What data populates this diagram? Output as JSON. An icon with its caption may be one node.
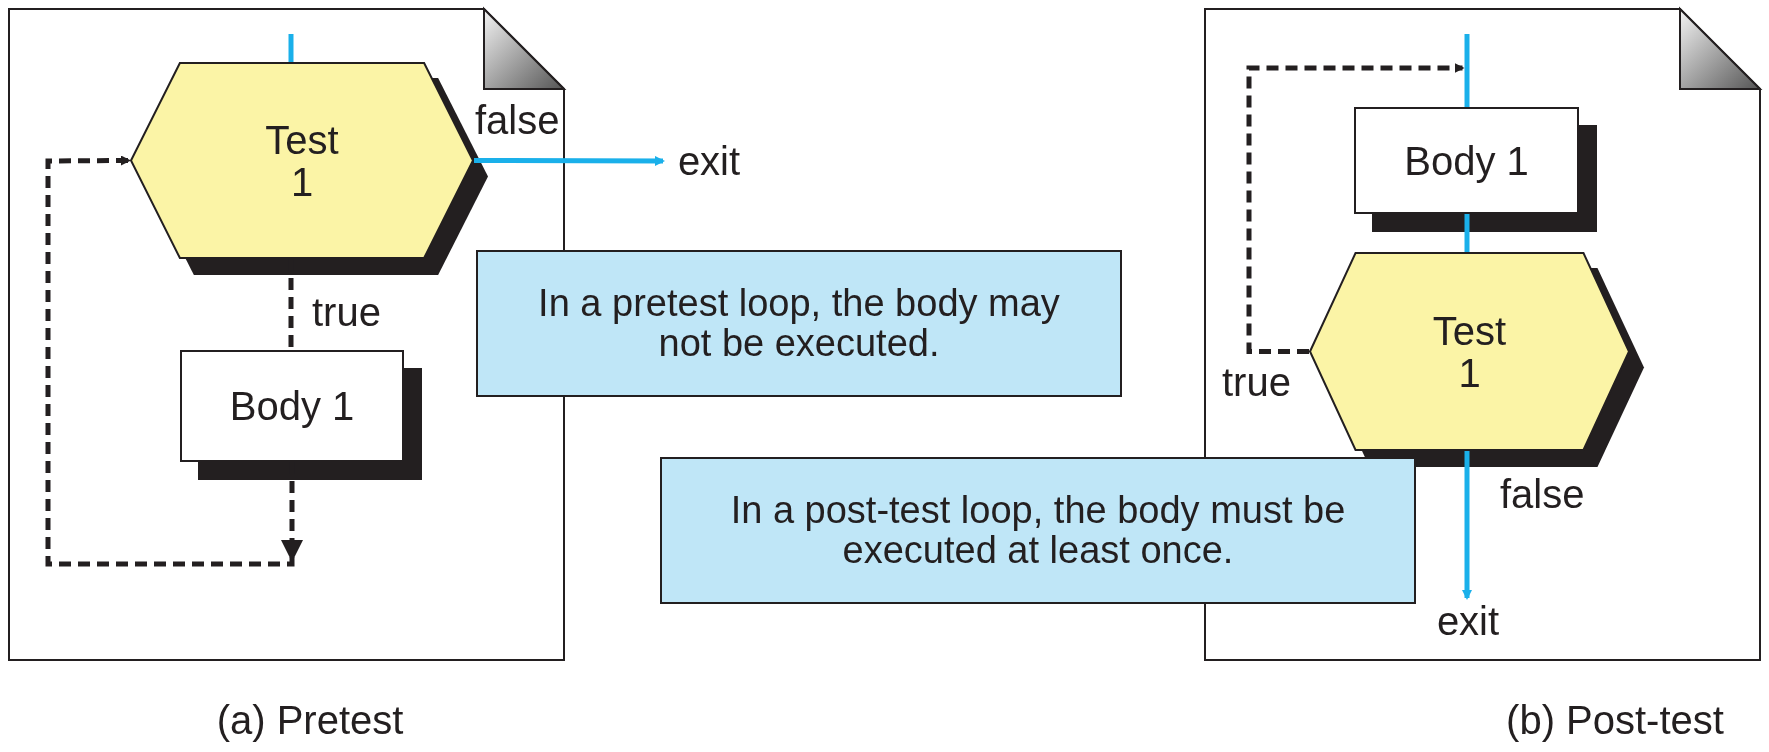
{
  "diagram": {
    "nodes": [
      {
        "text": [
          "Test 1"
        ]
      },
      {
        "text": [
          "Body 1"
        ]
      },
      {
        "text": [
          "exit"
        ]
      },
      {
        "text": [
          "In a pretest loop, the body may not be executed."
        ]
      },
      {
        "text": [
          "In a post-test loop, the body must be executed at least once."
        ]
      },
      {
        "text": [
          "Body 1"
        ]
      },
      {
        "text": [
          "Test 1"
        ]
      },
      {
        "text": [
          "exit"
        ]
      }
    ],
    "edges": [
      {
        "from": null,
        "to": 0,
        "arrow": "none"
      },
      {
        "from": 0,
        "to": 2,
        "arrow": "to",
        "label": "false"
      },
      {
        "from": 0,
        "to": 1,
        "arrow": "none",
        "label": "true",
        "style": "dashed",
        "color": "#231f20"
      },
      {
        "from": 1,
        "to": 0,
        "arrow": "to",
        "style": "dashed",
        "color": "#231f20"
      },
      {
        "from": null,
        "to": 5,
        "arrow": "none"
      },
      {
        "from": 5,
        "to": 6,
        "arrow": "none"
      },
      {
        "from": 6,
        "to": 7,
        "arrow": "to",
        "label": "false"
      },
      {
        "from": 6,
        "to": 5,
        "arrow": "to",
        "label": "true",
        "style": "dashed",
        "color": "#231f20"
      }
    ],
    "labels": [
      "(a) Pretest",
      "(b) Post-test"
    ]
  }
}
